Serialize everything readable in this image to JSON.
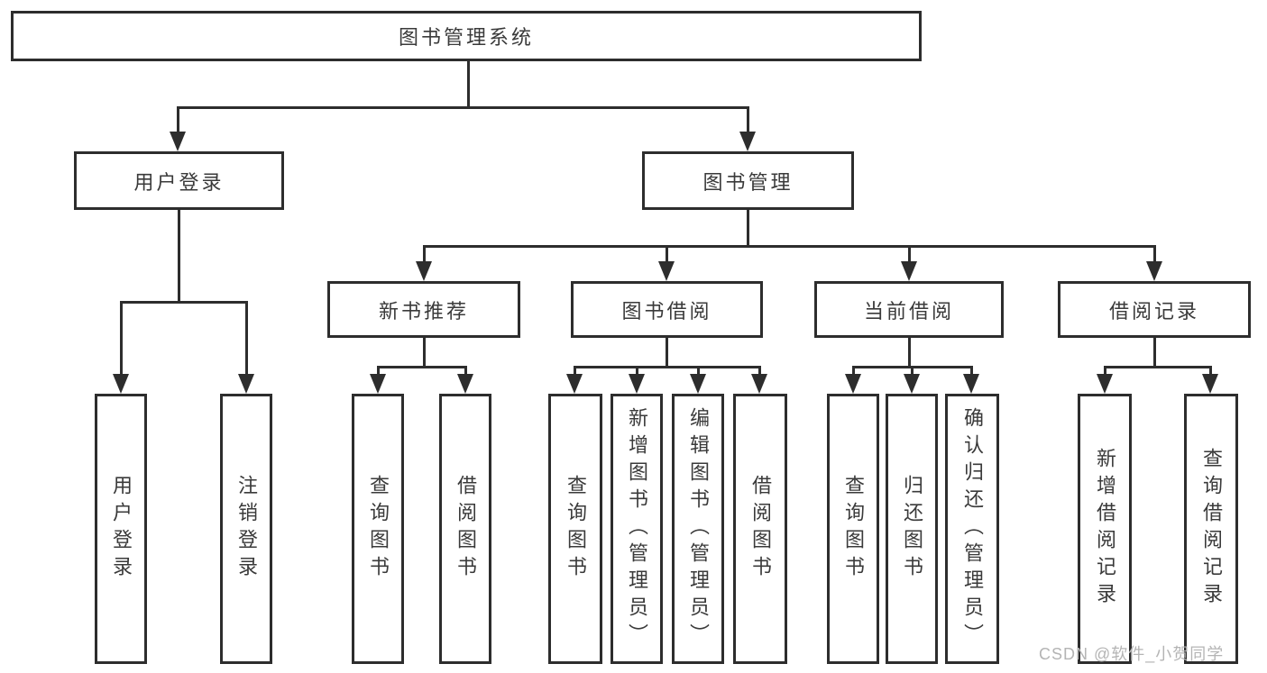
{
  "colors": {
    "line": "#2d2d2d",
    "text": "#3a3a3a",
    "watermark": "#b4b4b4",
    "background": "#ffffff"
  },
  "watermark": {
    "text": "CSDN @软件_小贺同学"
  },
  "tree": {
    "label": "图书管理系统",
    "children": [
      {
        "label": "用户登录",
        "children": [
          {
            "label": "用户登录"
          },
          {
            "label": "注销登录"
          }
        ]
      },
      {
        "label": "图书管理",
        "children": [
          {
            "label": "新书推荐",
            "children": [
              {
                "label": "查询图书"
              },
              {
                "label": "借阅图书"
              }
            ]
          },
          {
            "label": "图书借阅",
            "children": [
              {
                "label": "查询图书"
              },
              {
                "label": "新增图书（管理员）"
              },
              {
                "label": "编辑图书（管理员）"
              },
              {
                "label": "借阅图书"
              }
            ]
          },
          {
            "label": "当前借阅",
            "children": [
              {
                "label": "查询图书"
              },
              {
                "label": "归还图书"
              },
              {
                "label": "确认归还（管理员）"
              }
            ]
          },
          {
            "label": "借阅记录",
            "children": [
              {
                "label": "新增借阅记录"
              },
              {
                "label": "查询借阅记录"
              }
            ]
          }
        ]
      }
    ]
  }
}
